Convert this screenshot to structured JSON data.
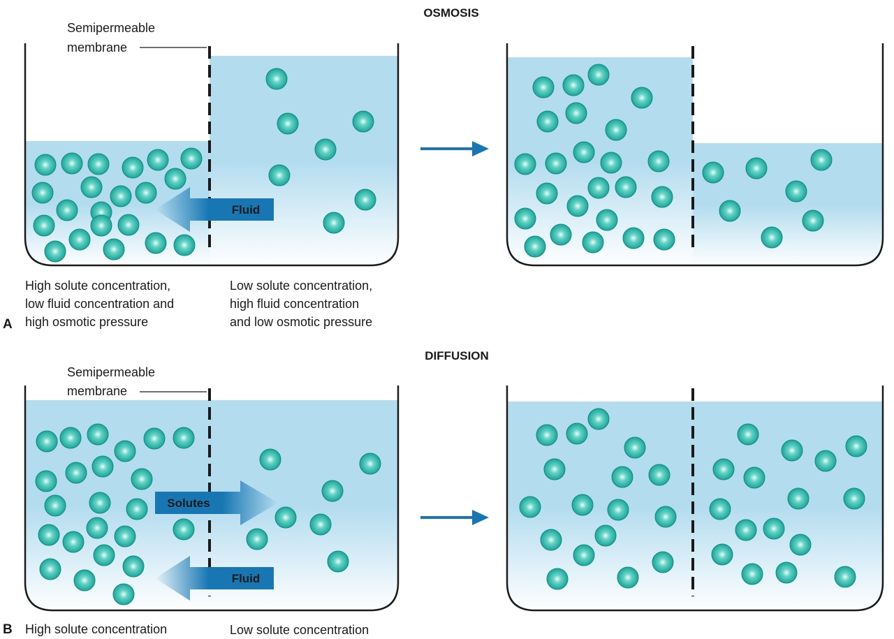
{
  "osmosis": {
    "title": "OSMOSIS",
    "panel_letter": "A",
    "membrane_label": [
      "Semipermeable",
      "membrane"
    ],
    "arrow_label": "Fluid",
    "left_caption": [
      "High solute concentration,",
      "low fluid concentration and",
      "high osmotic pressure"
    ],
    "right_caption": [
      "Low solute concentration,",
      "high fluid concentration",
      "and low osmotic pressure"
    ]
  },
  "diffusion": {
    "title": "DIFFUSION",
    "panel_letter": "B",
    "membrane_label": [
      "Semipermeable",
      "membrane"
    ],
    "solutes_label": "Solutes",
    "fluid_label": "Fluid",
    "left_caption": "High solute concentration",
    "right_caption": "Low solute concentration"
  },
  "colors": {
    "fluid": "#b3dcef",
    "particle": "#1fb3a5",
    "arrow": "#1877b3",
    "outline": "#1a1a1a"
  }
}
